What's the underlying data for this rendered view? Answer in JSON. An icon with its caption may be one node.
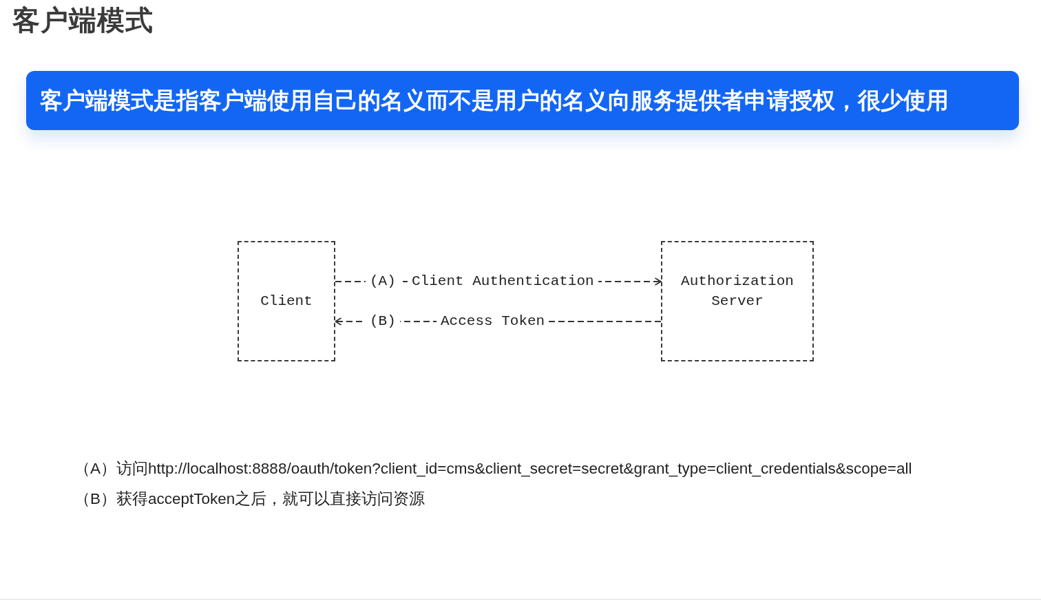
{
  "diagram": {
    "title": "客户端模式",
    "nodes": [
      {
        "text": [
          "客户端模式是指客户端使用自己的名义而不是用户的名义向服务提供者申请授权，很少使用"
        ]
      },
      {
        "text": [
          "Client"
        ]
      },
      {
        "text": [
          "Authorization Server"
        ]
      }
    ],
    "edges": [
      {
        "from": 1,
        "to": 2,
        "arrow": "to",
        "label": "Client Authentication"
      },
      {
        "from": 2,
        "to": 1,
        "arrow": "to",
        "label": "Access Token"
      }
    ],
    "labels": [
      "(A)",
      "(B)",
      "（A）访问http://localhost:8888/oauth/token?client_id=cms&client_secret=secret&grant_type=client_credentials&scope=all",
      "（B）获得acceptToken之后，就可以直接访问资源"
    ]
  }
}
